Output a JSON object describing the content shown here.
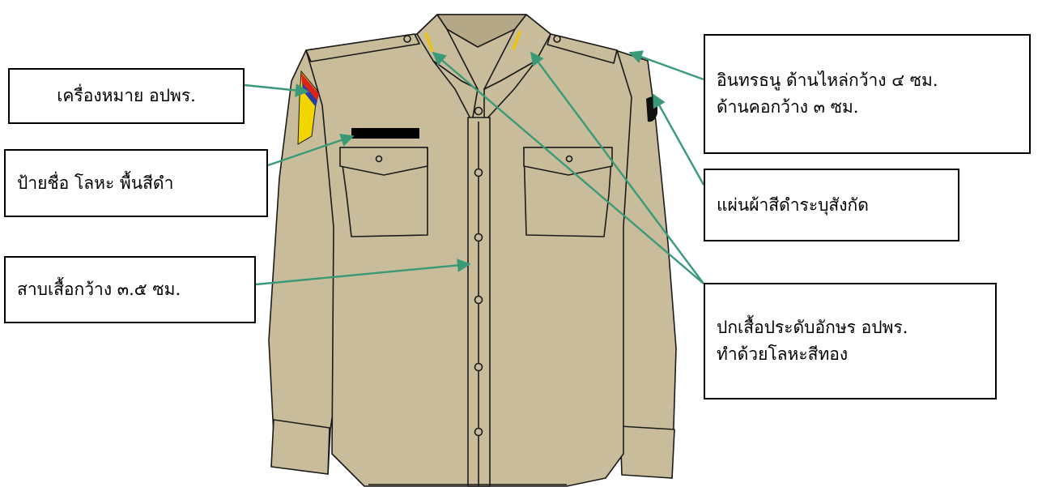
{
  "labels": {
    "emblem": [
      "เครื่องหมาย อปพร."
    ],
    "nametag": [
      "ป้ายชื่อ โลหะ พื้นสีดำ"
    ],
    "placket": [
      "สาบเสื้อกว้าง ๓.๕ ซม."
    ],
    "shoulder": [
      "อินทรธนู ด้านไหล่กว้าง ๔ ซม.",
      "ด้านคอกว้าง ๓ ซม."
    ],
    "patch": [
      "แผ่นผ้าสีดำระบุสังกัด"
    ],
    "collar": [
      "ปกเสื้อประดับอักษร อปพร.",
      "ทำด้วยโลหะสีทอง"
    ]
  },
  "colors": {
    "shirt": "#c9bc9b",
    "shirt_dark": "#b4a886",
    "outline": "#1a1a1a",
    "arrow": "#3a9a78",
    "nametag": "#000000",
    "patch": "#111111",
    "emblem_yellow": "#f2d600",
    "emblem_red": "#e0201c",
    "emblem_blue": "#2b3d9e",
    "collar_letters": "#e8c21a"
  }
}
